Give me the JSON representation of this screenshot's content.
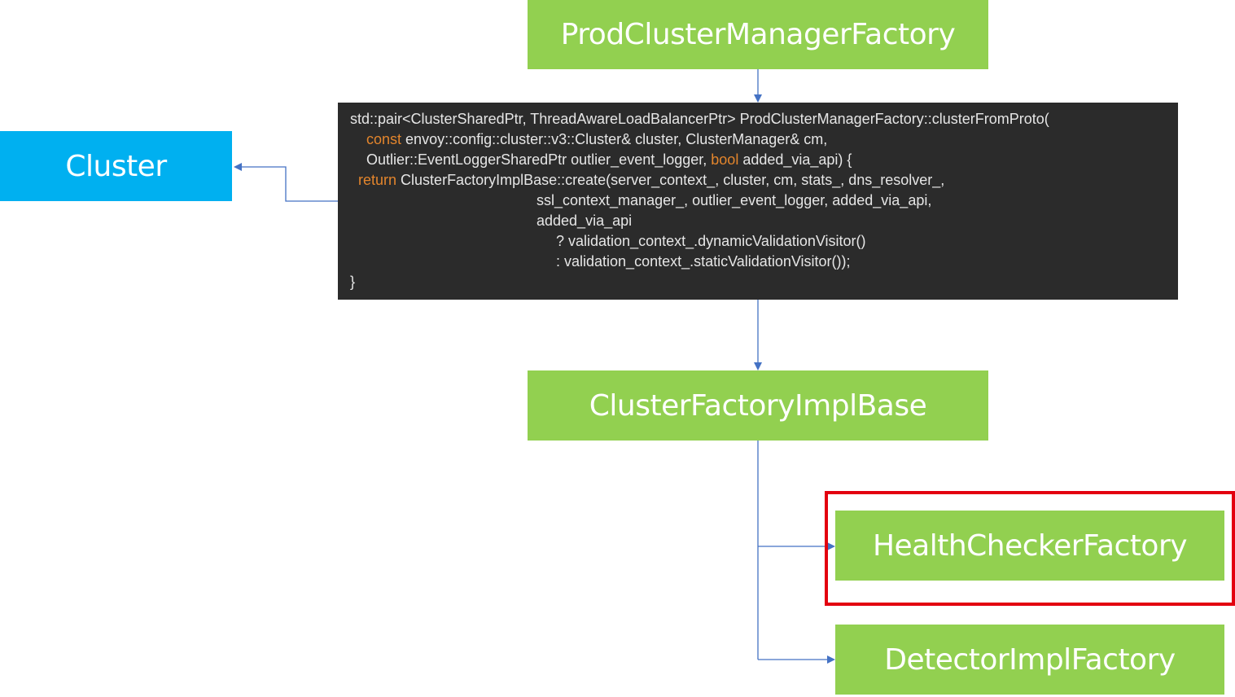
{
  "colors": {
    "green_box": "#92d050",
    "blue_box": "#00b0f0",
    "code_bg": "#2b2b2b",
    "code_text": "#e6e6e6",
    "code_keyword": "#e3852c",
    "connector": "#4472c4",
    "highlight": "#e3000f"
  },
  "nodes": {
    "prod_factory": "ProdClusterManagerFactory",
    "cluster": "Cluster",
    "base": "ClusterFactoryImplBase",
    "health": "HealthCheckerFactory",
    "detector": "DetectorImplFactory"
  },
  "code": {
    "l1": "std::pair<ClusterSharedPtr, ThreadAwareLoadBalancerPtr> ProdClusterManagerFactory::clusterFromProto(",
    "l2_indent": "    ",
    "l2_kw": "const",
    "l2_rest": " envoy::config::cluster::v3::Cluster& cluster, ClusterManager& cm,",
    "l3_a": "    Outlier::EventLoggerSharedPtr outlier_event_logger, ",
    "l3_kw": "bool",
    "l3_b": " added_via_api) {",
    "l4_indent": "  ",
    "l4_kw": "return",
    "l4_rest": " ClusterFactoryImplBase::create(server_context_, cluster, cm, stats_, dns_resolver_,",
    "l5": "ssl_context_manager_, outlier_event_logger, added_via_api,",
    "l6": "added_via_api",
    "l7": "? validation_context_.dynamicValidationVisitor()",
    "l8": ": validation_context_.staticValidationVisitor());",
    "l9": "}"
  }
}
